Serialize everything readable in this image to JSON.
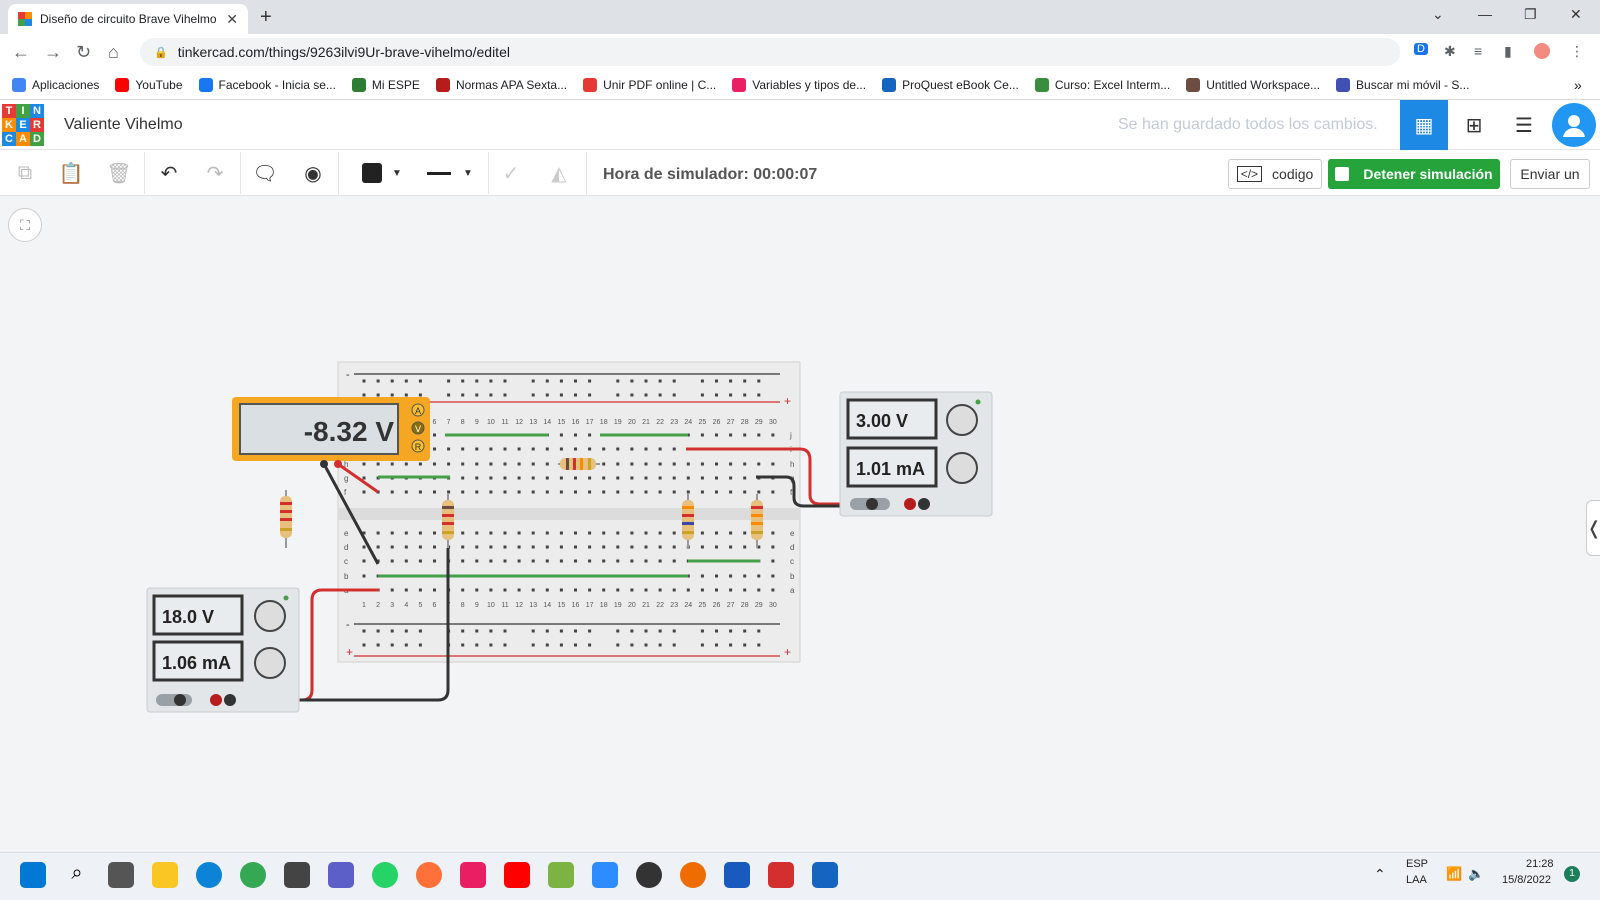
{
  "browser": {
    "tab_title": "Diseño de circuito Brave Vihelmo",
    "tab_close": "✕",
    "new_tab": "+",
    "url": "tinkercad.com/things/9263ilvi9Ur-brave-vihelmo/editel"
  },
  "bookmarks": [
    {
      "label": "Aplicaciones",
      "color": "#4285f4"
    },
    {
      "label": "YouTube",
      "color": "#ff0000"
    },
    {
      "label": "Facebook - Inicia se...",
      "color": "#1877f2"
    },
    {
      "label": "Mi ESPE",
      "color": "#2e7d32"
    },
    {
      "label": "Normas APA Sexta...",
      "color": "#b71c1c"
    },
    {
      "label": "Unir PDF online | C...",
      "color": "#e53935"
    },
    {
      "label": "Variables y tipos de...",
      "color": "#e91e63"
    },
    {
      "label": "ProQuest eBook Ce...",
      "color": "#1565c0"
    },
    {
      "label": "Curso: Excel Interm...",
      "color": "#388e3c"
    },
    {
      "label": "Untitled Workspace...",
      "color": "#6d4c41"
    },
    {
      "label": "Buscar mi móvil - S...",
      "color": "#3f51b5"
    }
  ],
  "header": {
    "logo_letters": [
      "T",
      "I",
      "N",
      "K",
      "E",
      "R",
      "C",
      "A",
      "D"
    ],
    "project_name": "Valiente Vihelmo",
    "save_status": "Se han guardado todos los cambios."
  },
  "toolbar": {
    "sim_time": "Hora de simulador: 00:00:07",
    "code_label": "codigo",
    "stop_label": "Detener simulación",
    "send_label": "Enviar un"
  },
  "multimeter": {
    "reading": "-8.32 V",
    "modes": [
      "A",
      "V",
      "R"
    ]
  },
  "supply_left": {
    "voltage": "18.0 V",
    "current": "1.06 mA"
  },
  "supply_right": {
    "voltage": "3.00 V",
    "current": "1.01 mA"
  },
  "breadboard": {
    "numbers": [
      "1",
      "2",
      "3",
      "4",
      "5",
      "6",
      "7",
      "8",
      "9",
      "10",
      "11",
      "12",
      "13",
      "14",
      "15",
      "16",
      "17",
      "18",
      "19",
      "20",
      "21",
      "22",
      "23",
      "24",
      "25",
      "26",
      "27",
      "28",
      "29",
      "30"
    ],
    "rows_top": [
      "j",
      "i",
      "h",
      "g",
      "f"
    ],
    "rows_bottom": [
      "e",
      "d",
      "c",
      "b",
      "a"
    ],
    "plus": "+",
    "minus": "-"
  },
  "taskbar": {
    "lang": "ESP",
    "lang2": "LAA",
    "time": "21:28",
    "date": "15/8/2022",
    "notif": "1"
  }
}
